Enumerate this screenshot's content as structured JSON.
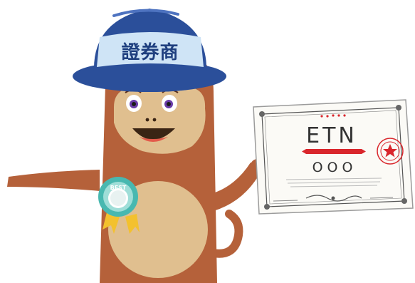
{
  "hat": {
    "label": "證券商"
  },
  "badge": {
    "label": "BEST"
  },
  "certificate": {
    "title": "ETN",
    "subtitle": "OOO"
  },
  "colors": {
    "fur": "#b5613a",
    "face": "#e0bf8f",
    "hat_blue": "#2b4f9a",
    "hat_band": "#cfe4f6",
    "badge_teal": "#48b8b0",
    "cert_red": "#d9262c"
  }
}
